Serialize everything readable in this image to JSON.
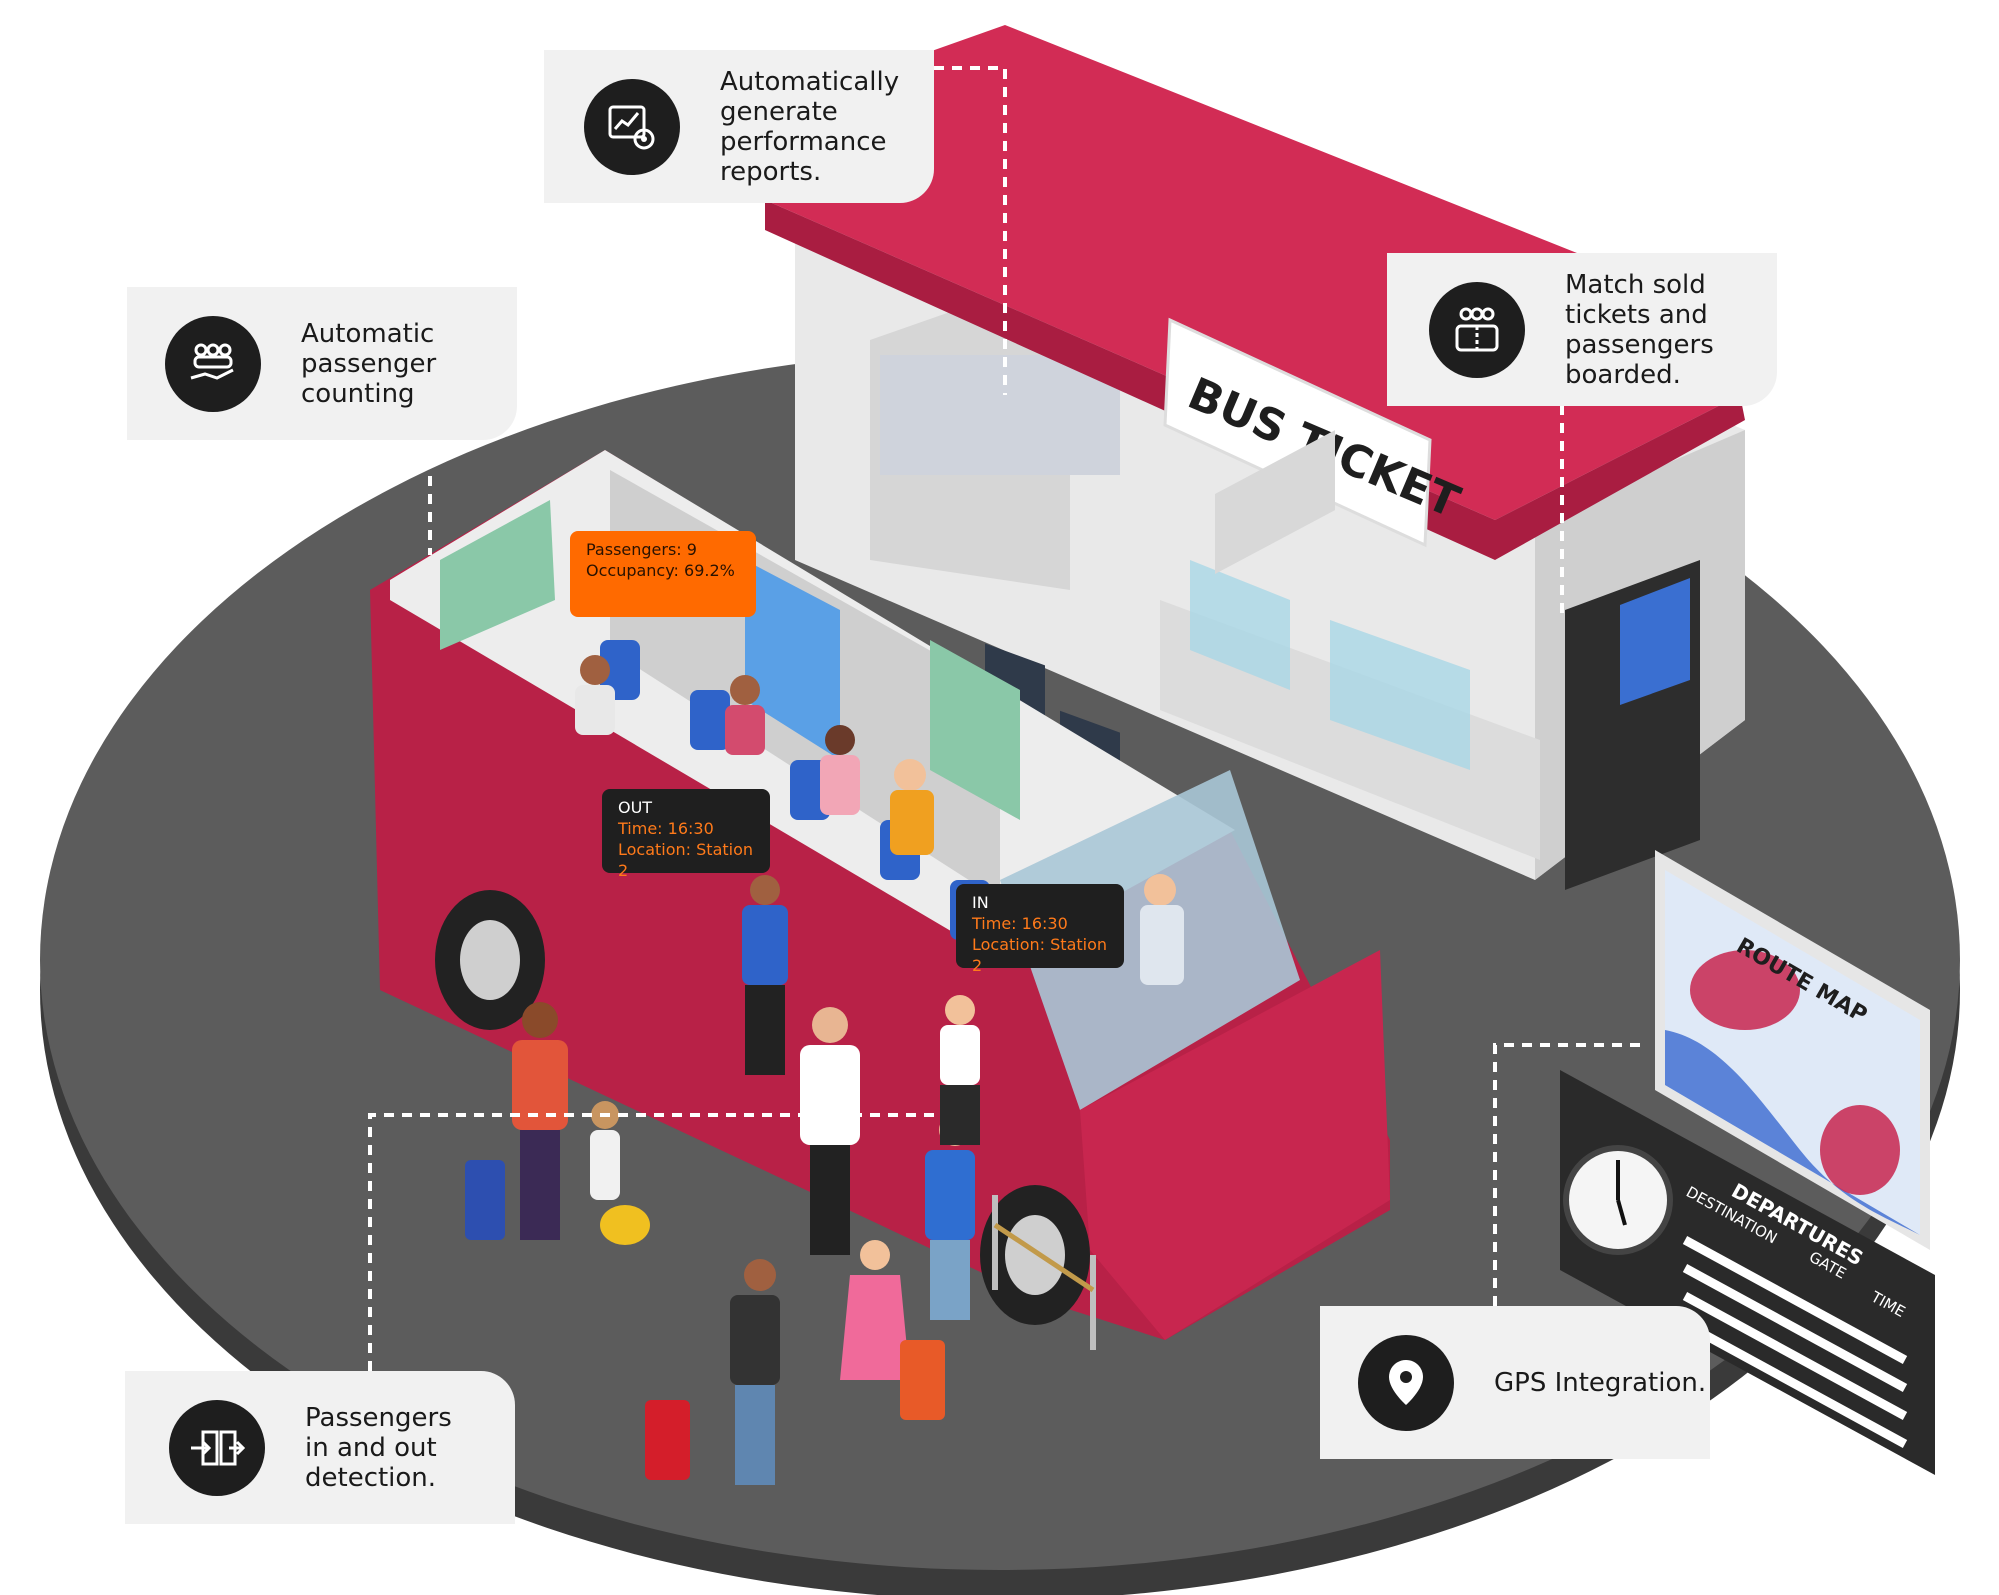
{
  "callouts": {
    "reports": {
      "icon": "report-chart-icon",
      "text": "Automatically\ngenerate\nperformance\nreports."
    },
    "counting": {
      "icon": "passenger-counting-icon",
      "text": "Automatic\npassenger\ncounting"
    },
    "match": {
      "icon": "ticket-match-icon",
      "text": "Match sold\ntickets and\npassengers\nboarded."
    },
    "inout": {
      "icon": "in-out-icon",
      "text": "Passengers\nin and out\ndetection."
    },
    "gps": {
      "icon": "location-pin-icon",
      "text": "GPS Integration."
    }
  },
  "tags": {
    "occupancy": {
      "passengers": "Passengers:  9",
      "occupancy": "Occupancy: 69.2%"
    },
    "out": {
      "title": "OUT",
      "time": "Time: 16:30",
      "location": "Location: Station 2"
    },
    "in": {
      "title": "IN",
      "time": "Time: 16:30",
      "location": "Location: Station 2"
    }
  },
  "signs": {
    "bus_ticket": "BUS TICKET",
    "route_map": "ROUTE MAP",
    "departures": "DEPARTURES",
    "destination": "DESTINATION",
    "gate": "GATE",
    "time": "TIME"
  },
  "colors": {
    "bus": "#c8264f",
    "roof": "#d22c55",
    "platform": "#5a5a5a",
    "accent": "#ff6a00",
    "dark": "#1e1e1e"
  }
}
